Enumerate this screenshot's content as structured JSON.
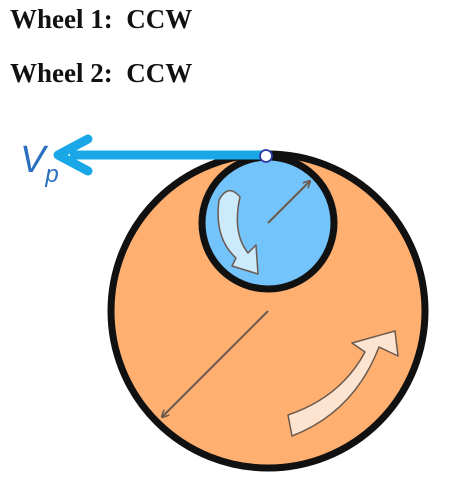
{
  "wheels": [
    {
      "label": "Wheel 1:  CCW"
    },
    {
      "label": "Wheel 2:  CCW"
    }
  ],
  "velocity_label": {
    "main": "V",
    "subscript": "p"
  },
  "colors": {
    "large_wheel_fill": "#FFB070",
    "small_wheel_fill": "#74C4FC",
    "outline": "#111111",
    "velocity_arrow": "#1AA7E8",
    "velocity_text": "#2A6FC0",
    "radius_line": "#6B5A4E",
    "large_rotation_arrow": "#FDE4D0",
    "small_rotation_arrow": "#CBEAFB",
    "contact_point_stroke": "#2A3BAA"
  },
  "icons": {
    "velocity_vector": "left-arrow-icon",
    "small_wheel_rotation": "ccw-curved-arrow-icon",
    "large_wheel_rotation": "ccw-curved-arrow-icon"
  }
}
